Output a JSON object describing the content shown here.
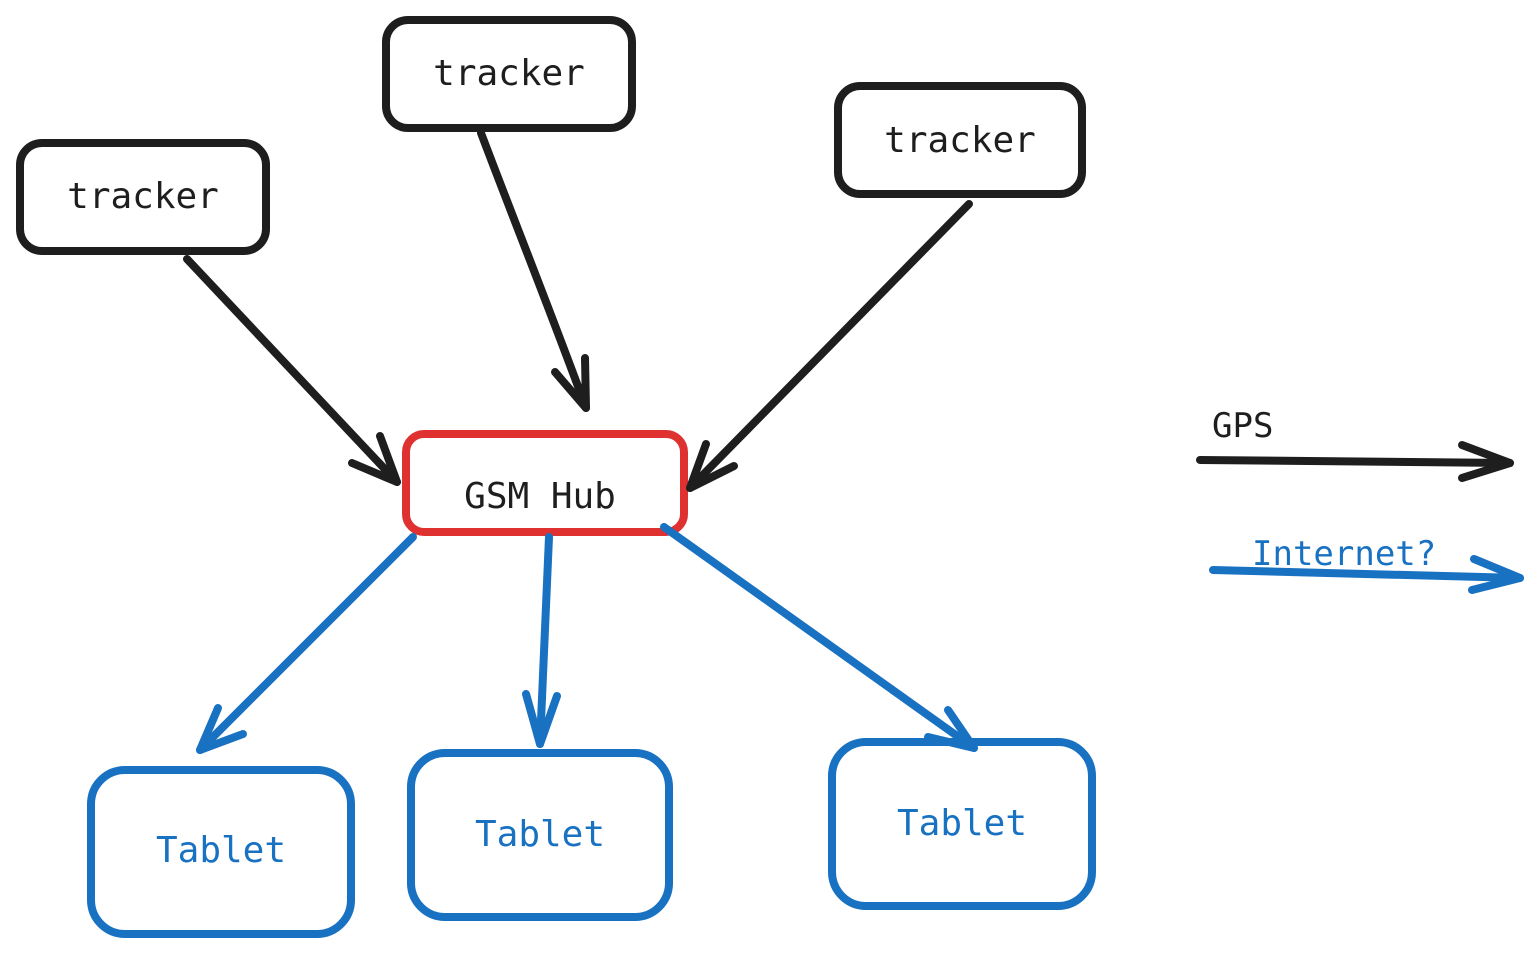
{
  "colors": {
    "ink": "#1e1e1e",
    "hub_border": "#e03131",
    "internet": "#1971c2",
    "background": "#ffffff"
  },
  "nodes": {
    "tracker_left": {
      "label": "tracker"
    },
    "tracker_center": {
      "label": "tracker"
    },
    "tracker_right": {
      "label": "tracker"
    },
    "hub": {
      "label": "GSM Hub"
    },
    "tablet_left": {
      "label": "Tablet"
    },
    "tablet_center": {
      "label": "Tablet"
    },
    "tablet_right": {
      "label": "Tablet"
    }
  },
  "edges": [
    {
      "from": "tracker_left",
      "to": "hub",
      "type": "GPS"
    },
    {
      "from": "tracker_center",
      "to": "hub",
      "type": "GPS"
    },
    {
      "from": "tracker_right",
      "to": "hub",
      "type": "GPS"
    },
    {
      "from": "hub",
      "to": "tablet_left",
      "type": "Internet?"
    },
    {
      "from": "hub",
      "to": "tablet_center",
      "type": "Internet?"
    },
    {
      "from": "hub",
      "to": "tablet_right",
      "type": "Internet?"
    }
  ],
  "legend": {
    "gps_label": "GPS",
    "internet_label": "Internet?"
  }
}
